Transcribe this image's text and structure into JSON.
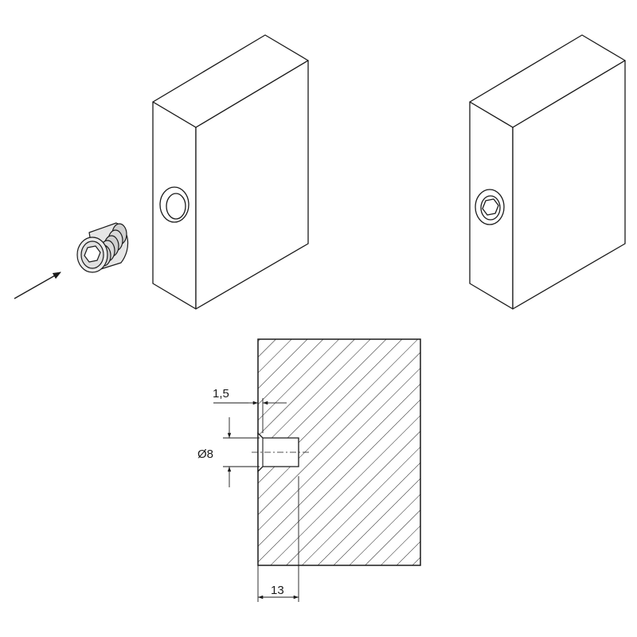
{
  "dimensions": {
    "recess_depth": "1,5",
    "hole_diameter": "Ø8",
    "hole_depth": "13"
  },
  "colors": {
    "line": "#1a1a1a",
    "face": "#ffffff",
    "insert_shade": "#d9d9d9"
  },
  "icons": [
    "threaded-insert-icon",
    "hex-socket-icon",
    "direction-arrow-icon"
  ]
}
